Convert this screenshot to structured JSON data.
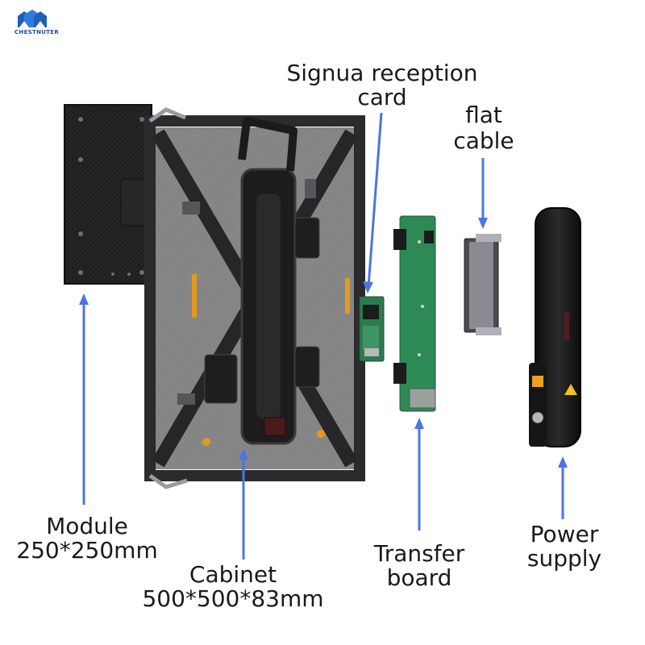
{
  "brand": {
    "name": "CHESTNUTER",
    "color": "#1f5fb8"
  },
  "accent_color": "#4f73e6",
  "labels": {
    "signal_card": [
      "Signua reception",
      "card"
    ],
    "flat_cable": [
      "flat",
      "cable"
    ],
    "module": [
      "Module",
      "250*250mm"
    ],
    "cabinet": [
      "Cabinet",
      "500*500*83mm"
    ],
    "transfer_board": [
      "Transfer",
      "board"
    ],
    "power_supply": [
      "Power",
      "supply"
    ]
  }
}
